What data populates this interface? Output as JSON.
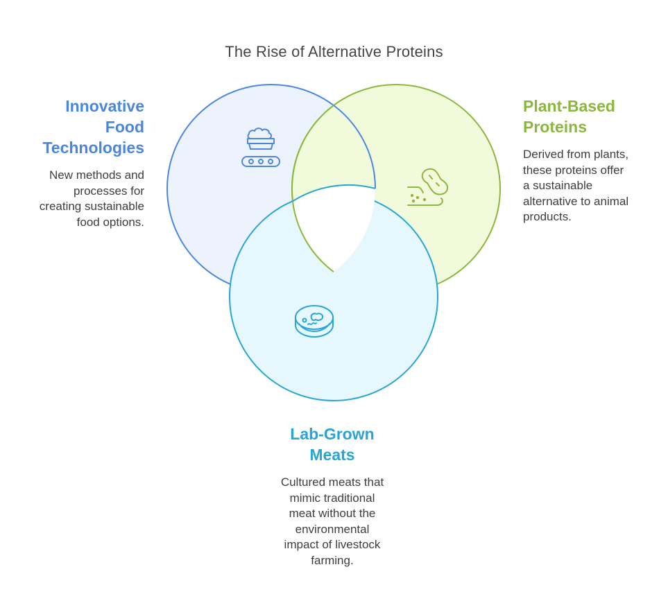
{
  "title": "The Rise of Alternative Proteins",
  "sets": [
    {
      "id": "tech",
      "title_lines": [
        "Innovative",
        "Food",
        "Technologies"
      ],
      "description_lines": [
        "New methods and",
        "processes for",
        "creating sustainable",
        "food options."
      ],
      "color": "#4a86e0",
      "fill": "#edf3fd",
      "icon": "conveyor-food-icon"
    },
    {
      "id": "plant",
      "title_lines": [
        "Plant-Based",
        "Proteins"
      ],
      "description_lines": [
        "Derived from plants,",
        "these proteins offer",
        "a sustainable",
        "alternative to animal",
        "products."
      ],
      "color": "#8bb73c",
      "fill": "#f1fbdc",
      "icon": "peanut-icon"
    },
    {
      "id": "lab",
      "title_lines": [
        "Lab-Grown",
        "Meats"
      ],
      "description_lines": [
        "Cultured meats that",
        "mimic traditional",
        "meat without the",
        "environmental",
        "impact of livestock",
        "farming."
      ],
      "color": "#27a6d6",
      "fill": "#e6f7fd",
      "icon": "petri-dish-icon"
    }
  ]
}
